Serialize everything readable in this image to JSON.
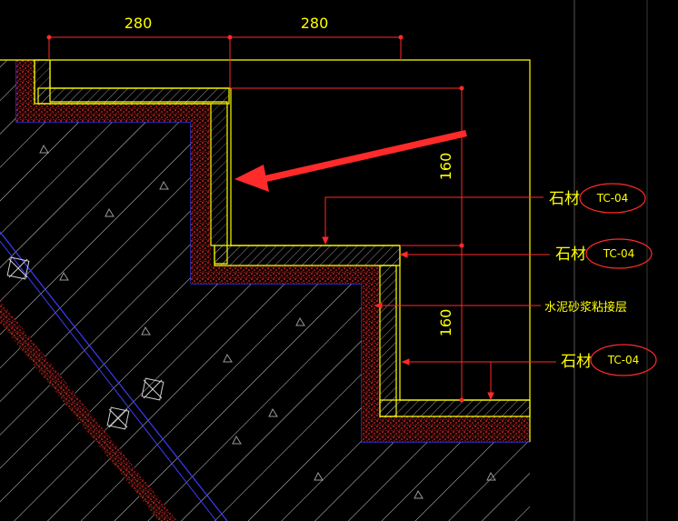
{
  "dimensions": {
    "tread_1": "280",
    "tread_2": "280",
    "riser_1": "160",
    "riser_2": "160"
  },
  "callouts": [
    {
      "label": "石材",
      "tag": "TC-04"
    },
    {
      "label": "石材",
      "tag": "TC-04"
    },
    {
      "label": "水泥砂浆粘接层"
    },
    {
      "label": "石材",
      "tag": "TC-04"
    }
  ],
  "colors": {
    "background": "#000000",
    "outline": "#ffff00",
    "dimension": "#ff2a2a",
    "hatch": "#d8d8d8",
    "edge": "#3b3bff",
    "mortar": "#ff2020",
    "arrow": "#ff2a2a",
    "ground": "#b8ff40"
  },
  "icons": {
    "pointer": "red-arrow-icon",
    "anchor": "cross-box-icon"
  }
}
